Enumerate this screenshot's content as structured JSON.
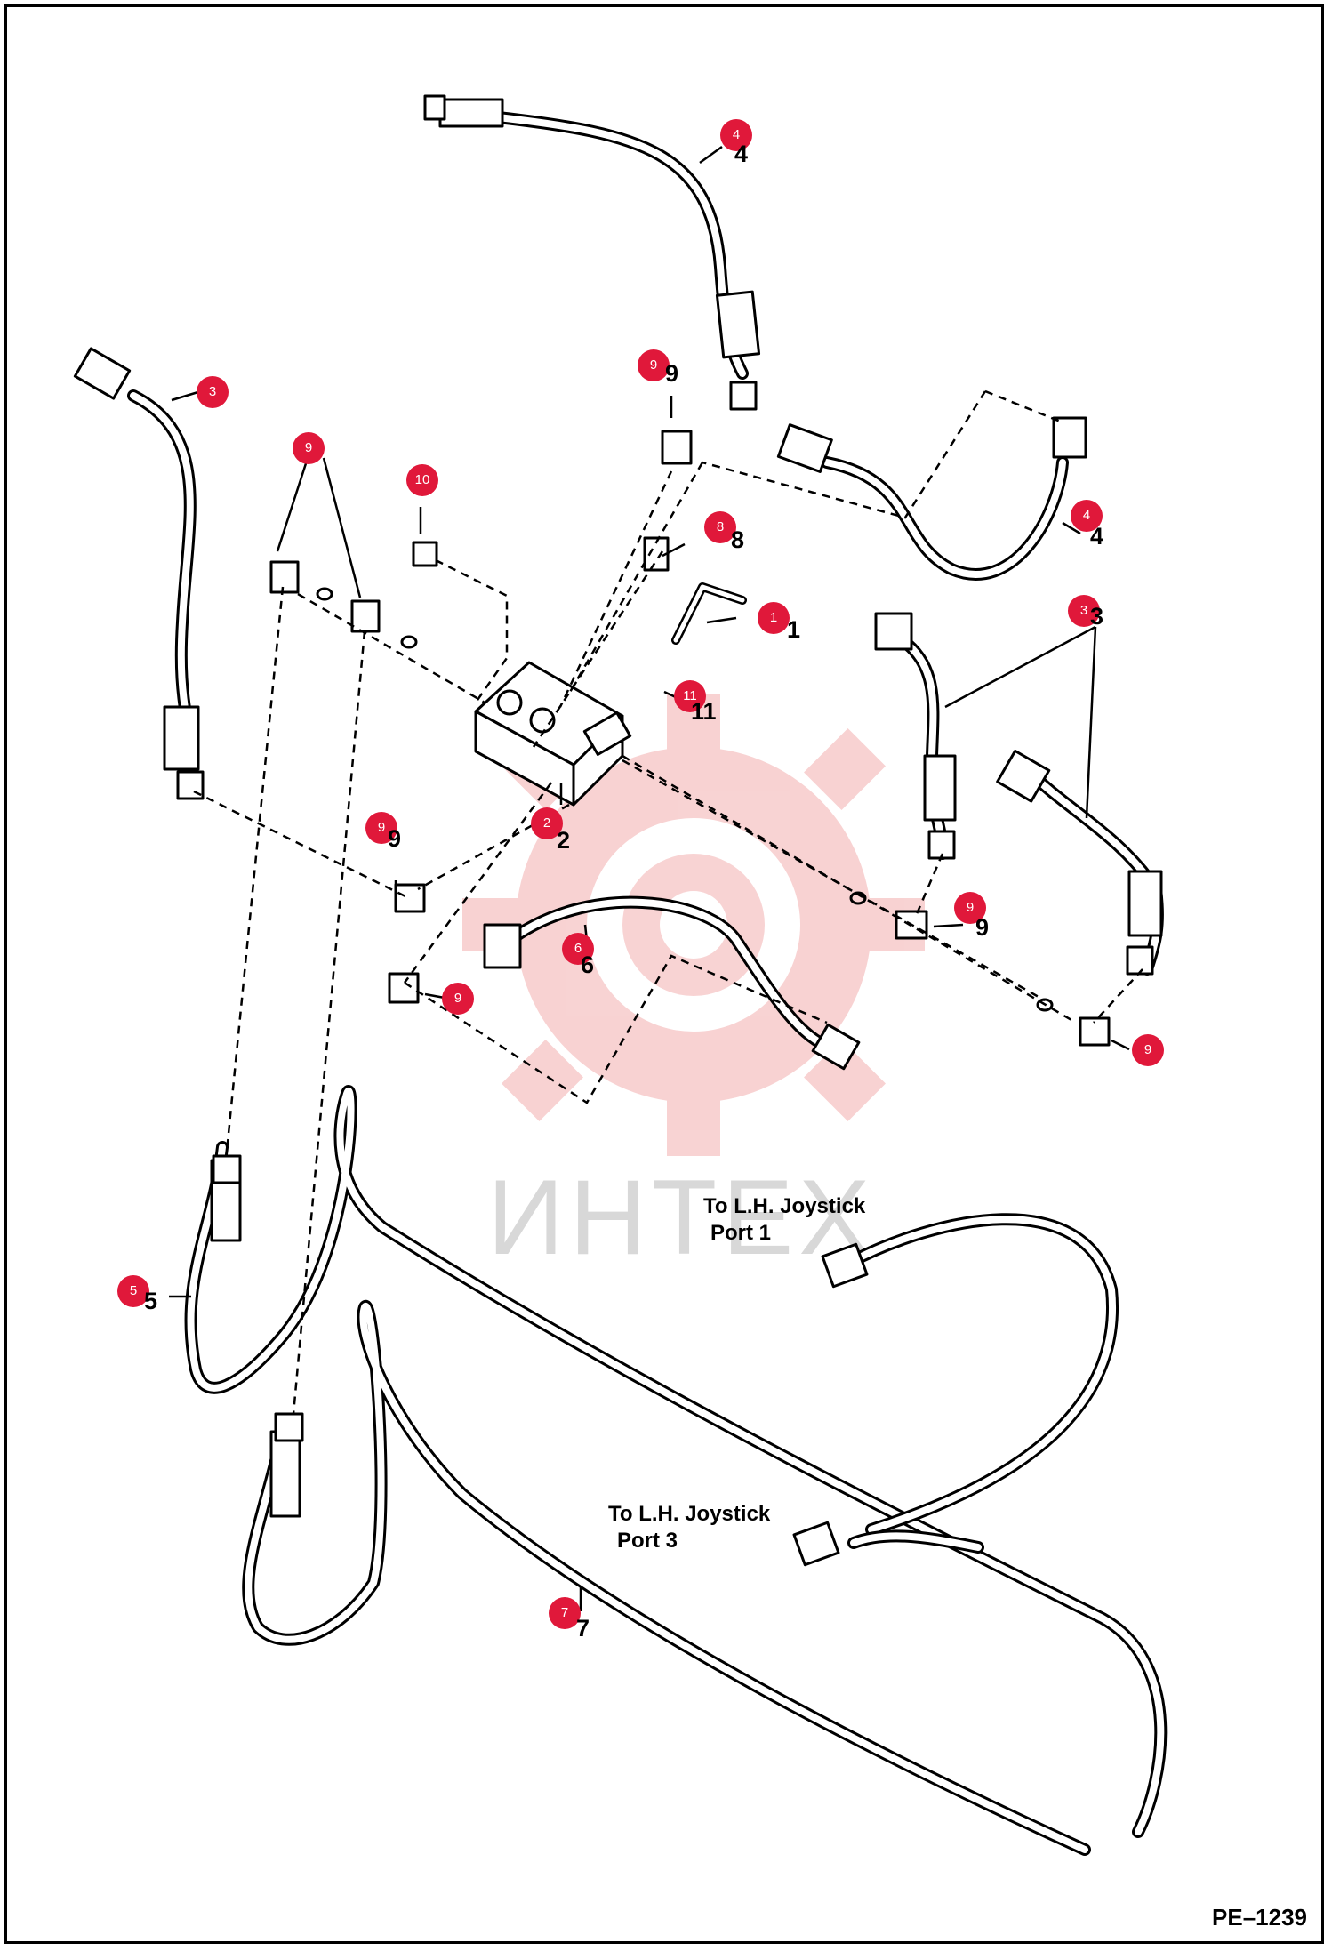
{
  "watermark": {
    "text": "ИНТЕХ",
    "color": "#f3b0b0"
  },
  "drawing_code": "PE–1239",
  "notes": [
    {
      "id": "port1",
      "line1": "To L.H. Joystick",
      "line2": "Port 1"
    },
    {
      "id": "port3",
      "line1": "To L.H. Joystick",
      "line2": "Port 3"
    }
  ],
  "callouts": [
    {
      "id": "c4a",
      "text": "4"
    },
    {
      "id": "c3a",
      "text": "3"
    },
    {
      "id": "c9a",
      "text": "9"
    },
    {
      "id": "c9b",
      "text": "9"
    },
    {
      "id": "c10",
      "text": "10"
    },
    {
      "id": "c8",
      "text": "8"
    },
    {
      "id": "c1",
      "text": "1"
    },
    {
      "id": "c4b",
      "text": "4"
    },
    {
      "id": "c3b",
      "text": "3"
    },
    {
      "id": "c11",
      "text": "11"
    },
    {
      "id": "c2",
      "text": "2"
    },
    {
      "id": "c9c",
      "text": "9"
    },
    {
      "id": "c6",
      "text": "6"
    },
    {
      "id": "c9d",
      "text": "9"
    },
    {
      "id": "c9e",
      "text": "9"
    },
    {
      "id": "c9f",
      "text": "9"
    },
    {
      "id": "c5",
      "text": "5"
    },
    {
      "id": "c7",
      "text": "7"
    }
  ],
  "part_numbers": [
    {
      "id": "n4a",
      "text": "4"
    },
    {
      "id": "n9a",
      "text": "9"
    },
    {
      "id": "n8",
      "text": "8"
    },
    {
      "id": "n1",
      "text": "1"
    },
    {
      "id": "n4b",
      "text": "4"
    },
    {
      "id": "n3b",
      "text": "3"
    },
    {
      "id": "n11",
      "text": "11"
    },
    {
      "id": "n2",
      "text": "2"
    },
    {
      "id": "n9c",
      "text": "9"
    },
    {
      "id": "n6",
      "text": "6"
    },
    {
      "id": "n9e",
      "text": "9"
    },
    {
      "id": "n5",
      "text": "5"
    },
    {
      "id": "n7",
      "text": "7"
    }
  ],
  "colors": {
    "callout": "#e0183a",
    "line": "#000000"
  }
}
